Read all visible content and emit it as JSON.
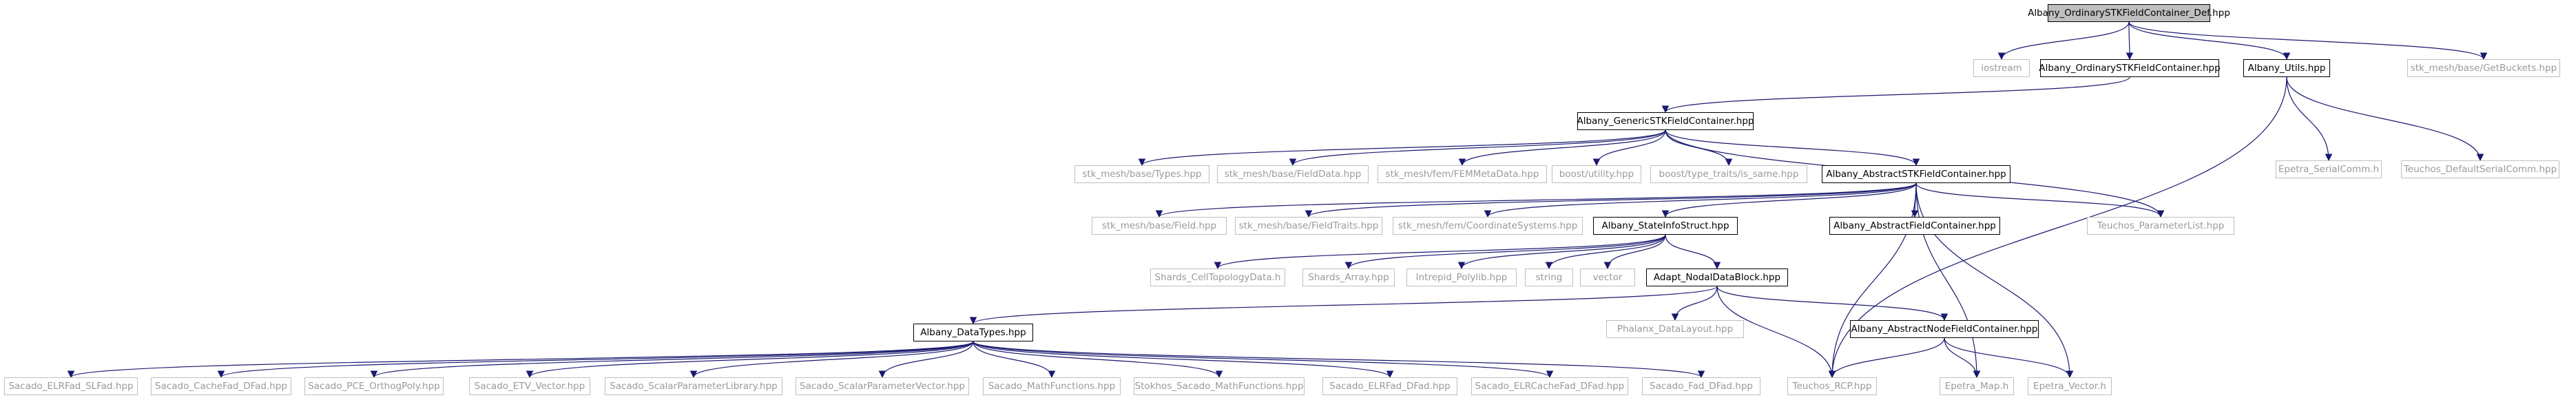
{
  "diagram": {
    "root": "Albany_OrdinarySTKFieldContainer_Def.hpp",
    "nodes": [
      {
        "id": "n0",
        "label": "Albany_OrdinarySTKFieldContainer_Def.hpp",
        "kind": "root"
      },
      {
        "id": "n1",
        "label": "iostream",
        "kind": "ext"
      },
      {
        "id": "n2",
        "label": "Albany_OrdinarySTKFieldContainer.hpp",
        "kind": "doc"
      },
      {
        "id": "n3",
        "label": "Albany_Utils.hpp",
        "kind": "doc"
      },
      {
        "id": "n4",
        "label": "stk_mesh/base/GetBuckets.hpp",
        "kind": "ext"
      },
      {
        "id": "n5",
        "label": "Albany_GenericSTKFieldContainer.hpp",
        "kind": "doc"
      },
      {
        "id": "n6",
        "label": "Epetra_SerialComm.h",
        "kind": "ext"
      },
      {
        "id": "n7",
        "label": "Teuchos_DefaultSerialComm.hpp",
        "kind": "ext"
      },
      {
        "id": "n8",
        "label": "stk_mesh/base/Types.hpp",
        "kind": "ext"
      },
      {
        "id": "n9",
        "label": "stk_mesh/base/FieldData.hpp",
        "kind": "ext"
      },
      {
        "id": "n10",
        "label": "stk_mesh/fem/FEMMetaData.hpp",
        "kind": "ext"
      },
      {
        "id": "n11",
        "label": "boost/utility.hpp",
        "kind": "ext"
      },
      {
        "id": "n12",
        "label": "boost/type_traits/is_same.hpp",
        "kind": "ext"
      },
      {
        "id": "n13",
        "label": "Albany_AbstractSTKFieldContainer.hpp",
        "kind": "doc"
      },
      {
        "id": "n14",
        "label": "Teuchos_ParameterList.hpp",
        "kind": "ext"
      },
      {
        "id": "n15",
        "label": "stk_mesh/base/Field.hpp",
        "kind": "ext"
      },
      {
        "id": "n16",
        "label": "stk_mesh/base/FieldTraits.hpp",
        "kind": "ext"
      },
      {
        "id": "n17",
        "label": "stk_mesh/fem/CoordinateSystems.hpp",
        "kind": "ext"
      },
      {
        "id": "n18",
        "label": "Albany_StateInfoStruct.hpp",
        "kind": "doc"
      },
      {
        "id": "n19",
        "label": "Albany_AbstractFieldContainer.hpp",
        "kind": "doc"
      },
      {
        "id": "n20",
        "label": "Shards_CellTopologyData.h",
        "kind": "ext"
      },
      {
        "id": "n21",
        "label": "Shards_Array.hpp",
        "kind": "ext"
      },
      {
        "id": "n22",
        "label": "Intrepid_Polylib.hpp",
        "kind": "ext"
      },
      {
        "id": "n23",
        "label": "string",
        "kind": "ext"
      },
      {
        "id": "n24",
        "label": "vector",
        "kind": "ext"
      },
      {
        "id": "n25",
        "label": "Adapt_NodalDataBlock.hpp",
        "kind": "doc"
      },
      {
        "id": "n26",
        "label": "Albany_DataTypes.hpp",
        "kind": "doc"
      },
      {
        "id": "n27",
        "label": "Phalanx_DataLayout.hpp",
        "kind": "ext"
      },
      {
        "id": "n28",
        "label": "Albany_AbstractNodeFieldContainer.hpp",
        "kind": "doc"
      },
      {
        "id": "n29",
        "label": "Sacado_ELRFad_SLFad.hpp",
        "kind": "ext"
      },
      {
        "id": "n30",
        "label": "Sacado_CacheFad_DFad.hpp",
        "kind": "ext"
      },
      {
        "id": "n31",
        "label": "Sacado_PCE_OrthogPoly.hpp",
        "kind": "ext"
      },
      {
        "id": "n32",
        "label": "Sacado_ETV_Vector.hpp",
        "kind": "ext"
      },
      {
        "id": "n33",
        "label": "Sacado_ScalarParameterLibrary.hpp",
        "kind": "ext"
      },
      {
        "id": "n34",
        "label": "Sacado_ScalarParameterVector.hpp",
        "kind": "ext"
      },
      {
        "id": "n35",
        "label": "Sacado_MathFunctions.hpp",
        "kind": "ext"
      },
      {
        "id": "n36",
        "label": "Stokhos_Sacado_MathFunctions.hpp",
        "kind": "ext"
      },
      {
        "id": "n37",
        "label": "Sacado_ELRFad_DFad.hpp",
        "kind": "ext"
      },
      {
        "id": "n38",
        "label": "Sacado_ELRCacheFad_DFad.hpp",
        "kind": "ext"
      },
      {
        "id": "n39",
        "label": "Sacado_Fad_DFad.hpp",
        "kind": "ext"
      },
      {
        "id": "n40",
        "label": "Teuchos_RCP.hpp",
        "kind": "ext"
      },
      {
        "id": "n41",
        "label": "Epetra_Map.h",
        "kind": "ext"
      },
      {
        "id": "n42",
        "label": "Epetra_Vector.h",
        "kind": "ext"
      }
    ],
    "edges": [
      [
        "n0",
        "n1"
      ],
      [
        "n0",
        "n2"
      ],
      [
        "n0",
        "n3"
      ],
      [
        "n0",
        "n4"
      ],
      [
        "n2",
        "n5"
      ],
      [
        "n3",
        "n6"
      ],
      [
        "n3",
        "n7"
      ],
      [
        "n3",
        "n40"
      ],
      [
        "n5",
        "n8"
      ],
      [
        "n5",
        "n9"
      ],
      [
        "n5",
        "n10"
      ],
      [
        "n5",
        "n11"
      ],
      [
        "n5",
        "n12"
      ],
      [
        "n5",
        "n13"
      ],
      [
        "n5",
        "n14"
      ],
      [
        "n13",
        "n15"
      ],
      [
        "n13",
        "n16"
      ],
      [
        "n13",
        "n17"
      ],
      [
        "n13",
        "n18"
      ],
      [
        "n13",
        "n19"
      ],
      [
        "n13",
        "n14"
      ],
      [
        "n13",
        "n40"
      ],
      [
        "n13",
        "n41"
      ],
      [
        "n13",
        "n42"
      ],
      [
        "n18",
        "n20"
      ],
      [
        "n18",
        "n21"
      ],
      [
        "n18",
        "n22"
      ],
      [
        "n18",
        "n23"
      ],
      [
        "n18",
        "n24"
      ],
      [
        "n18",
        "n25"
      ],
      [
        "n25",
        "n26"
      ],
      [
        "n25",
        "n27"
      ],
      [
        "n25",
        "n28"
      ],
      [
        "n25",
        "n40"
      ],
      [
        "n26",
        "n29"
      ],
      [
        "n26",
        "n30"
      ],
      [
        "n26",
        "n31"
      ],
      [
        "n26",
        "n32"
      ],
      [
        "n26",
        "n33"
      ],
      [
        "n26",
        "n34"
      ],
      [
        "n26",
        "n35"
      ],
      [
        "n26",
        "n36"
      ],
      [
        "n26",
        "n37"
      ],
      [
        "n26",
        "n38"
      ],
      [
        "n26",
        "n39"
      ],
      [
        "n28",
        "n40"
      ],
      [
        "n28",
        "n41"
      ],
      [
        "n28",
        "n42"
      ]
    ]
  }
}
